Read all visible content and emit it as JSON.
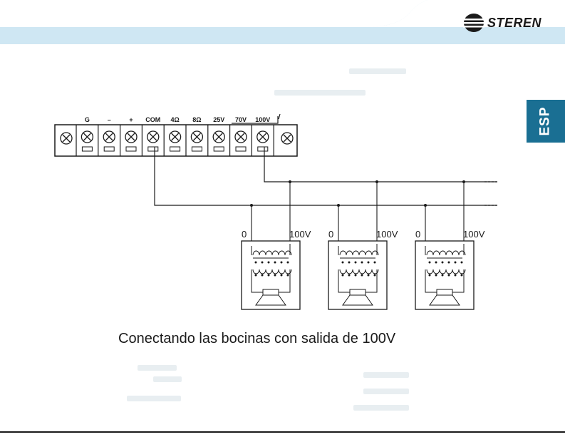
{
  "brand": {
    "name": "STEREN",
    "accent_color": "#1a6f93",
    "band_color": "#cfe7f3"
  },
  "language_tab": "ESP",
  "terminal_block": {
    "labels": [
      "G",
      "–",
      "+",
      "COM",
      "4Ω",
      "8Ω",
      "25V",
      "70V",
      "100V"
    ]
  },
  "speakers": [
    {
      "tap_left": "0",
      "tap_right": "100V"
    },
    {
      "tap_left": "0",
      "tap_right": "100V"
    },
    {
      "tap_left": "0",
      "tap_right": "100V"
    }
  ],
  "caption": "Conectando las bocinas con salida de 100V"
}
